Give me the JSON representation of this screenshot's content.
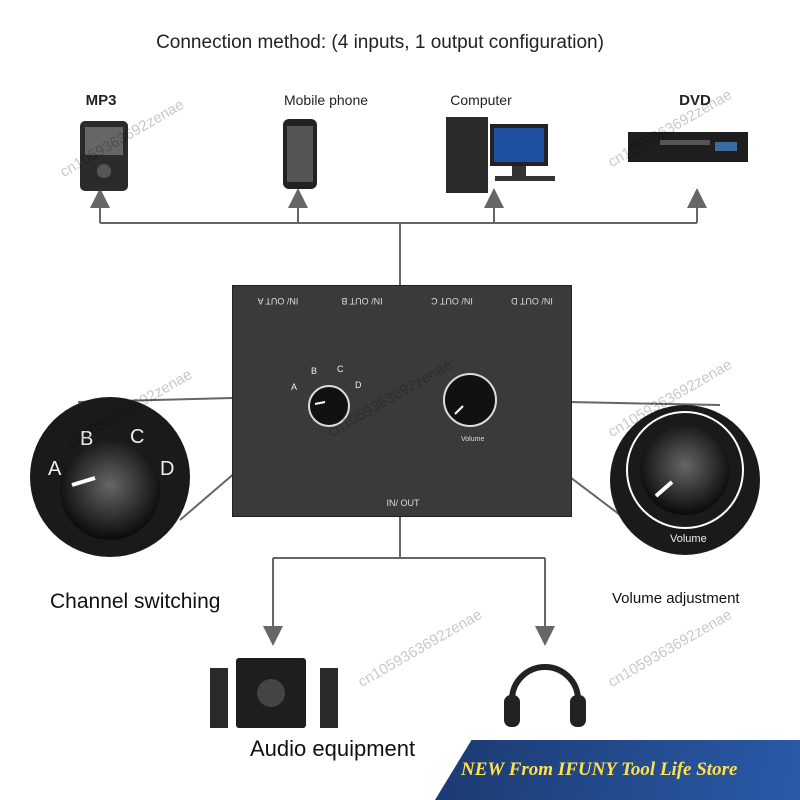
{
  "title": "Connection method: (4 inputs, 1 output configuration)",
  "devices": {
    "mp3": "MP3",
    "mobile": "Mobile phone",
    "computer": "Computer",
    "dvd": "DVD"
  },
  "switch_box": {
    "ports": [
      "IN/ OUT A",
      "IN/ OUT B",
      "IN/ OUT C",
      "IN/ OUT D"
    ],
    "knob_letters": [
      "A",
      "B",
      "C",
      "D"
    ],
    "volume_label": "Volume",
    "inout_label": "IN/ OUT"
  },
  "captions": {
    "channel": "Channel switching",
    "volume": "Volume adjustment",
    "audio": "Audio equipment"
  },
  "watermark": "cn1059363692zenae",
  "banner": "NEW From IFUNY Tool Life Store"
}
